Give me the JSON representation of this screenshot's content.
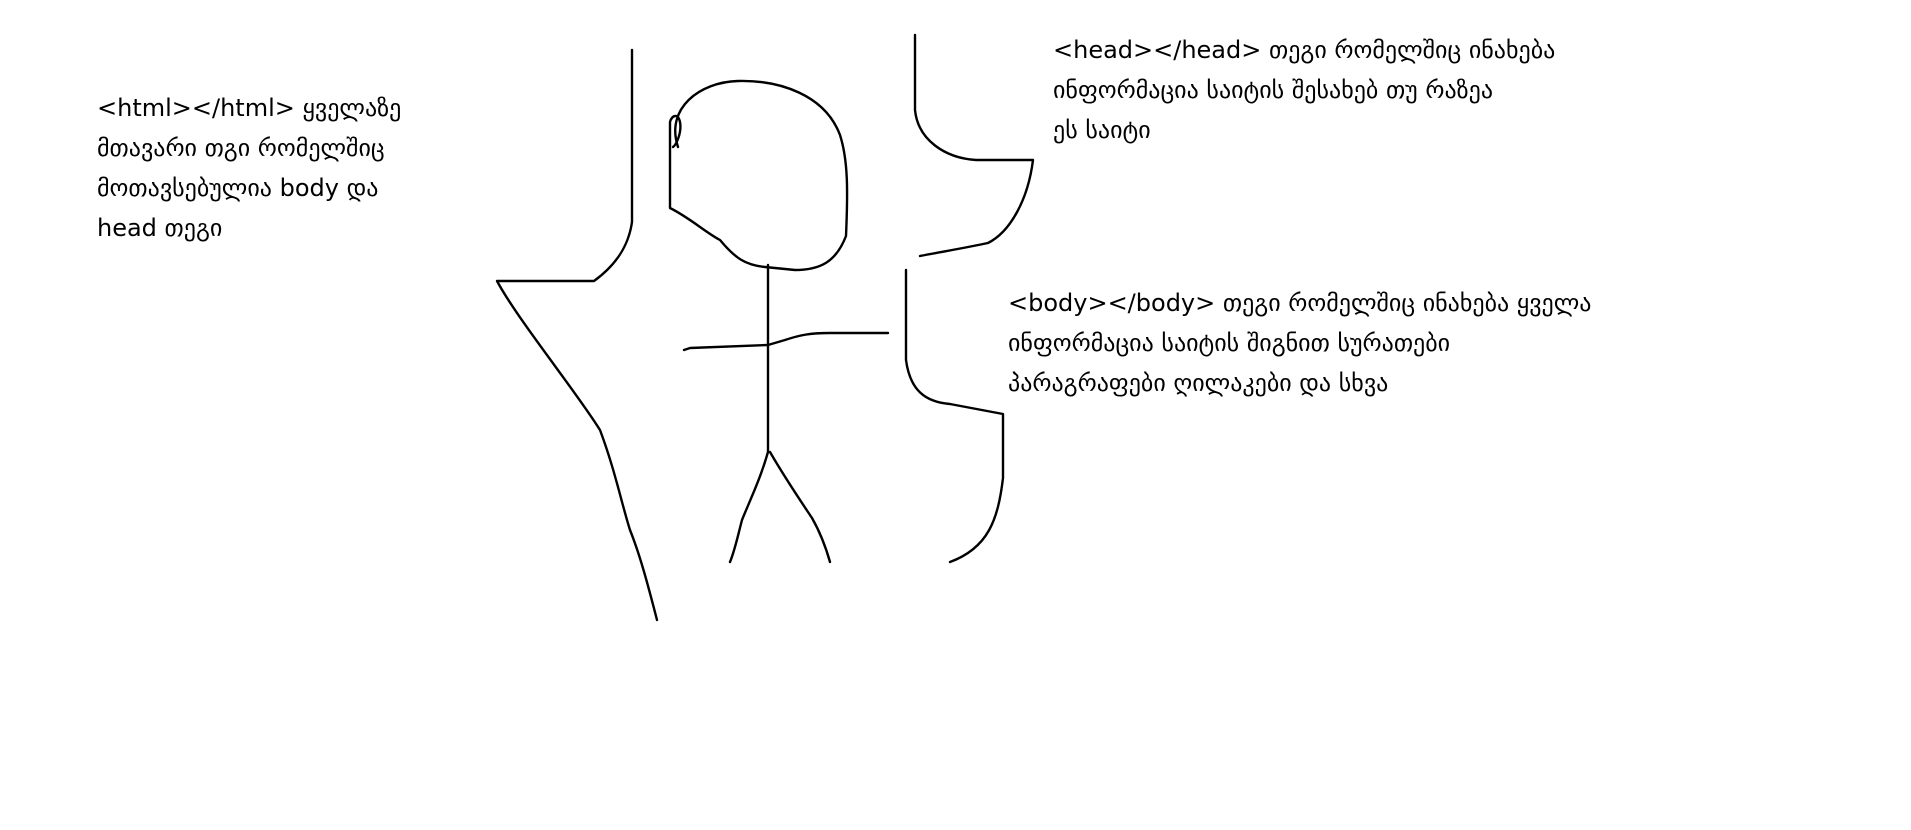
{
  "annotations": {
    "html_note": [
      "<html></html> ყველაზე",
      "მთავარი თგი რომელშიც",
      "მოთავსებულია body და",
      "head თეგი"
    ],
    "head_note": [
      "<head></head> თეგი რომელშიც ინახება",
      "ინფორმაცია საიტის შესახებ თუ რაზეა",
      "ეს საიტი"
    ],
    "body_note": [
      "<body></body> თეგი რომელშიც ინახება ყველა",
      "ინფორმაცია საიტის შიგნით სურათები",
      "პარაგრაფები ღილაკები და სხვა"
    ]
  },
  "colors": {
    "stroke": "#000000",
    "background": "#ffffff",
    "text": "#000000"
  }
}
